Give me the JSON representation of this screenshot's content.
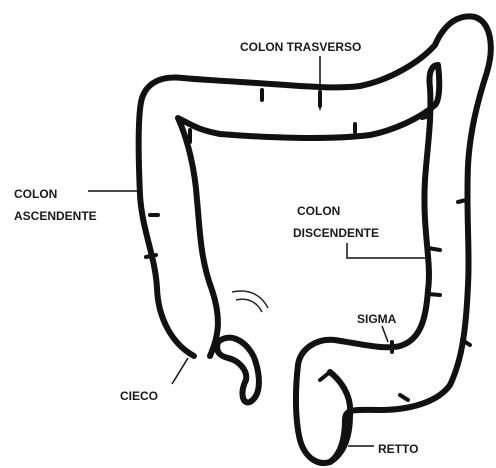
{
  "labels": {
    "colon_trasverso": "COLON TRASVERSO",
    "colon_ascendente_1": "COLON",
    "colon_ascendente_2": "ASCENDENTE",
    "colon_discendente_1": "COLON",
    "colon_discendente_2": "DISCENDENTE",
    "sigma": "SIGMA",
    "cieco": "CIECO",
    "retto": "RETTO"
  },
  "colors": {
    "ink": "#111111",
    "background": "#ffffff"
  }
}
